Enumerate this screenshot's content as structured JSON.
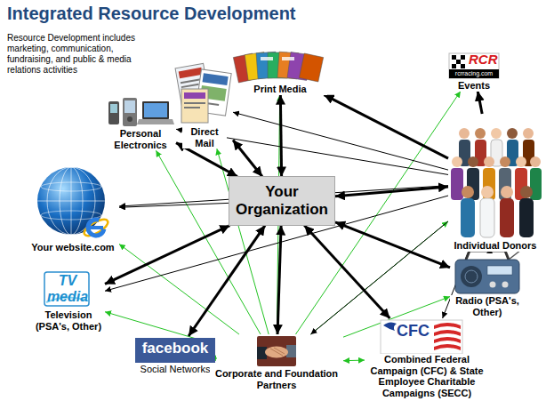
{
  "diagram": {
    "title": "Integrated Resource Development",
    "nodes": [
      {
        "text": [
          "Direct Mail"
        ]
      },
      {
        "text": [
          "Print Media"
        ]
      },
      {
        "text": [
          "RCR",
          "rcrracing.com",
          "Events"
        ]
      },
      {
        "text": [
          "Personal Electronics"
        ]
      },
      {
        "text": [
          "Individual Donors"
        ]
      },
      {
        "text": [
          "Your Organization"
        ]
      },
      {
        "text": [
          "Your website.com"
        ]
      },
      {
        "text": [
          "Radio (PSA's, Other)"
        ]
      },
      {
        "text": [
          "TV media",
          "Television (PSA's, Other)"
        ]
      },
      {
        "text": [
          "facebook",
          "Social Networks"
        ]
      },
      {
        "text": [
          "Corporate and Foundation Partners"
        ]
      },
      {
        "text": [
          "CFC",
          "Combined Federal Campaign (CFC) & State Employee Charitable Campaigns (SECC)"
        ]
      }
    ],
    "edges": [
      {
        "from": 5,
        "to": 0,
        "arrow": "both"
      },
      {
        "from": 5,
        "to": 1,
        "arrow": "both"
      },
      {
        "from": 5,
        "to": 3,
        "arrow": "both"
      },
      {
        "from": 5,
        "to": 6,
        "arrow": "to"
      },
      {
        "from": 5,
        "to": 8,
        "arrow": "both"
      },
      {
        "from": 5,
        "to": 9,
        "arrow": "both"
      },
      {
        "from": 5,
        "to": 10,
        "arrow": "both"
      },
      {
        "from": 5,
        "to": 11,
        "arrow": "both"
      },
      {
        "from": 5,
        "to": 7,
        "arrow": "both"
      },
      {
        "from": 5,
        "to": 4,
        "arrow": "both"
      },
      {
        "from": 4,
        "to": 2,
        "arrow": "to"
      },
      {
        "from": 4,
        "to": 1,
        "arrow": "to"
      },
      {
        "from": 4,
        "to": 3,
        "arrow": "to"
      },
      {
        "from": 4,
        "to": 0,
        "arrow": "to"
      },
      {
        "from": 4,
        "to": 6,
        "arrow": "to"
      },
      {
        "from": 4,
        "to": 8,
        "arrow": "to"
      },
      {
        "from": 4,
        "to": 10,
        "arrow": "to"
      },
      {
        "from": 4,
        "to": 11,
        "arrow": "to"
      },
      {
        "from": 4,
        "to": 7,
        "arrow": "to"
      },
      {
        "from": 10,
        "to": 3,
        "arrow": "to"
      },
      {
        "from": 10,
        "to": 0,
        "arrow": "to"
      },
      {
        "from": 10,
        "to": 1,
        "arrow": "to"
      },
      {
        "from": 10,
        "to": 2,
        "arrow": "to"
      },
      {
        "from": 10,
        "to": 6,
        "arrow": "to"
      },
      {
        "from": 10,
        "to": 8,
        "arrow": "to"
      },
      {
        "from": 10,
        "to": 9,
        "arrow": "both"
      },
      {
        "from": 10,
        "to": 11,
        "arrow": "both"
      },
      {
        "from": 10,
        "to": 7,
        "arrow": "to"
      },
      {
        "from": 10,
        "to": 4,
        "arrow": "to"
      }
    ],
    "labels": [
      "Resource Development includes marketing, communication, fundraising, and public & media relations activities"
    ]
  }
}
